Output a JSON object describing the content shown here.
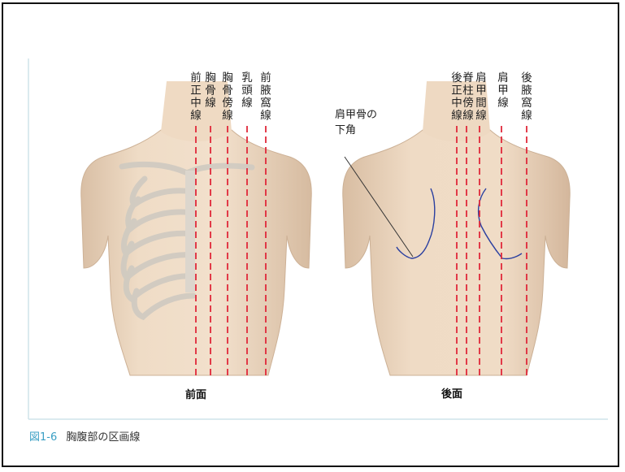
{
  "figure": {
    "number": "図1-6",
    "title": "胸腹部の区画線"
  },
  "front": {
    "view_label": "前面",
    "lines": [
      {
        "id": "front-midline",
        "label": "前正中線"
      },
      {
        "id": "sternal-line",
        "label": "胸骨線"
      },
      {
        "id": "parasternal-line",
        "label": "胸骨傍線"
      },
      {
        "id": "mammillary-line",
        "label": "乳頭線"
      },
      {
        "id": "anterior-axillary-line",
        "label": "前腋窩線"
      }
    ]
  },
  "back": {
    "view_label": "後面",
    "lines": [
      {
        "id": "posterior-midline",
        "label": "後正中線"
      },
      {
        "id": "paravertebral-line",
        "label": "脊柱傍線"
      },
      {
        "id": "interscapular-line",
        "label": "肩甲間線"
      },
      {
        "id": "scapular-line",
        "label": "肩甲線"
      },
      {
        "id": "posterior-axillary-line",
        "label": "後腋窩線"
      }
    ],
    "callout_lines": [
      "肩甲骨の",
      "下角"
    ]
  },
  "colors": {
    "guide_line": "#e0283a",
    "skin": "#efd9c3",
    "skin_shadow": "#d8bfa6",
    "rib": "#d8d4cc",
    "scapula_outline": "#2a3fa0",
    "caption_accent": "#3a9fc4",
    "panel_border": "#cfe3ea"
  }
}
